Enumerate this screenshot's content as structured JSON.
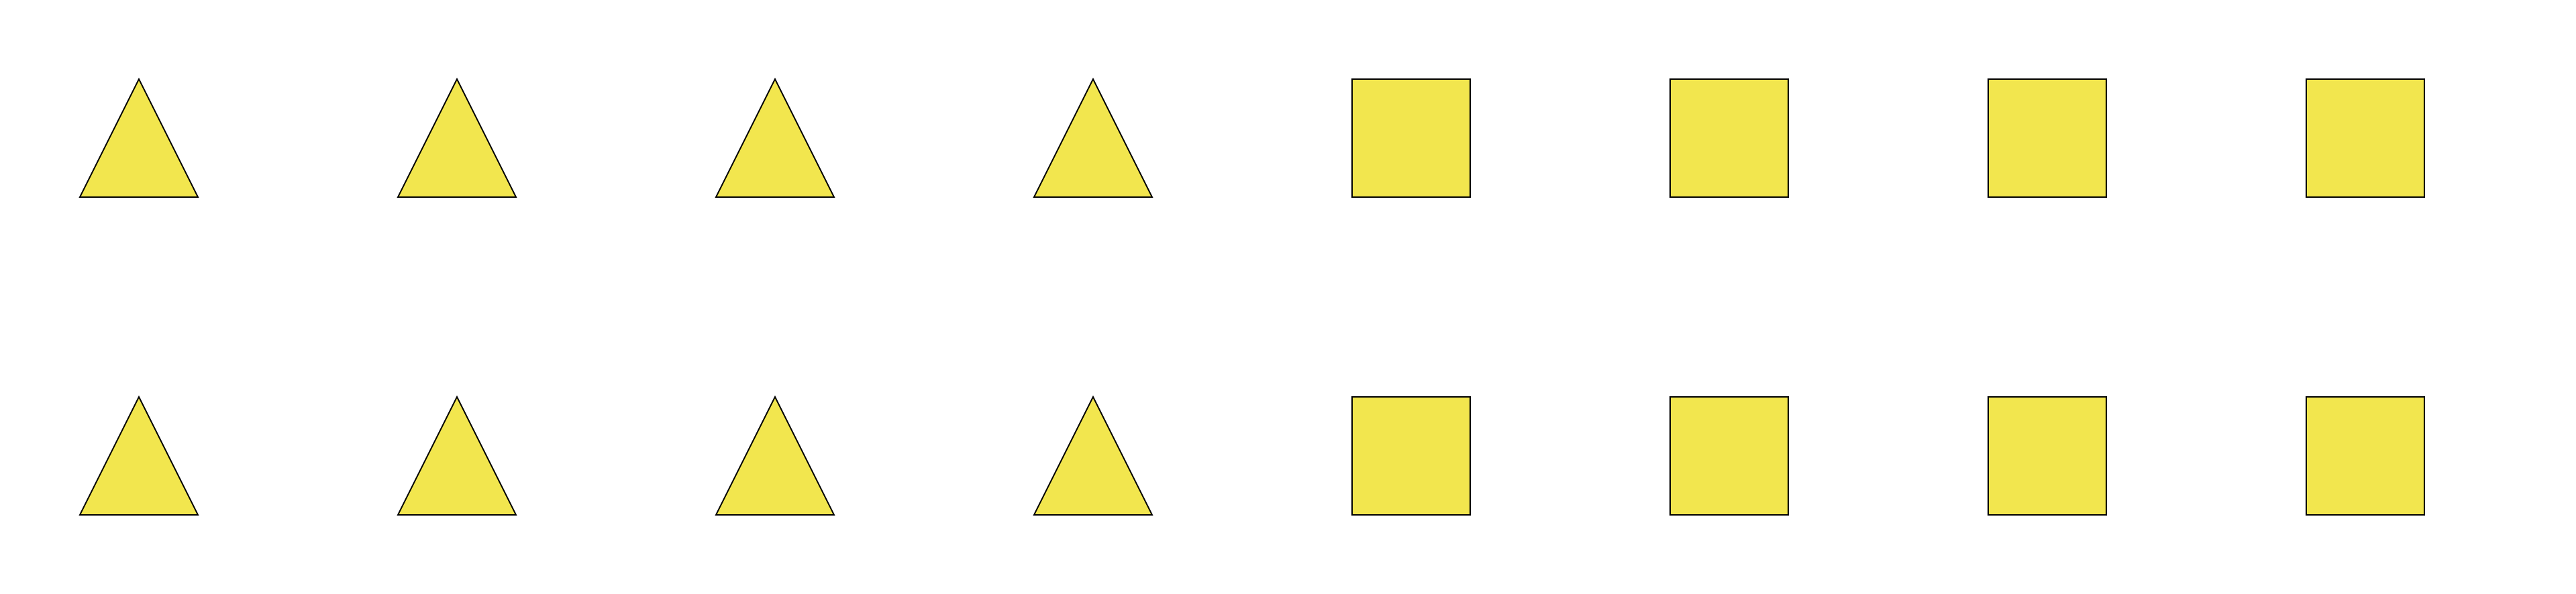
{
  "colors": {
    "fill": "#f2e64e",
    "stroke": "#000000",
    "background": "#ffffff"
  },
  "rows": [
    {
      "shapes": [
        "triangle",
        "triangle",
        "triangle",
        "triangle",
        "square",
        "square",
        "square",
        "square"
      ]
    },
    {
      "shapes": [
        "triangle",
        "triangle",
        "triangle",
        "triangle",
        "square",
        "square",
        "square",
        "square"
      ]
    }
  ]
}
